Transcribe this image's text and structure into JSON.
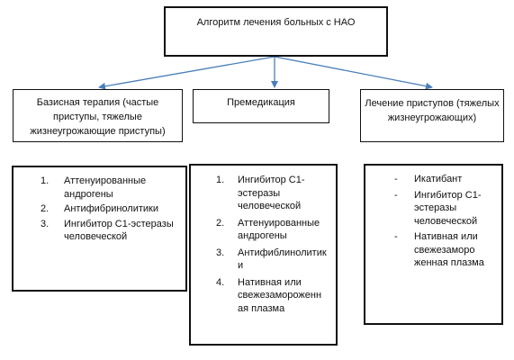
{
  "title": "Алгоритм лечения больных с НАО",
  "columns": [
    {
      "header": "Базисная терапия (частые приступы, тяжелые жизнеугрожающие приступы)",
      "items": [
        {
          "marker": "1.",
          "text": "Аттенуированные андрогены"
        },
        {
          "marker": "2.",
          "text": "Антифибринолитики"
        },
        {
          "marker": "3.",
          "text": "Ингибитор С1-эстеразы человеческой"
        }
      ]
    },
    {
      "header": "Премедикация",
      "items": [
        {
          "marker": "1.",
          "text": "Ингибитор С1-эстеразы человеческой"
        },
        {
          "marker": "2.",
          "text": "Аттенуированные андрогены"
        },
        {
          "marker": "3.",
          "text": "Антифиблинолитик и"
        },
        {
          "marker": "4.",
          "text": "Нативная или свежезамороженн ая плазма"
        }
      ]
    },
    {
      "header": "Лечение приступов (тяжелых жизнеугрожающих)",
      "items": [
        {
          "marker": "-",
          "text": "Икатибант"
        },
        {
          "marker": "-",
          "text": "Ингибитор С1-эстеразы человеческой"
        },
        {
          "marker": "-",
          "text": "Нативная или свежезаморо женная плазма"
        }
      ]
    }
  ],
  "colors": {
    "arrow": "#4a7ebb",
    "border": "#111111"
  }
}
